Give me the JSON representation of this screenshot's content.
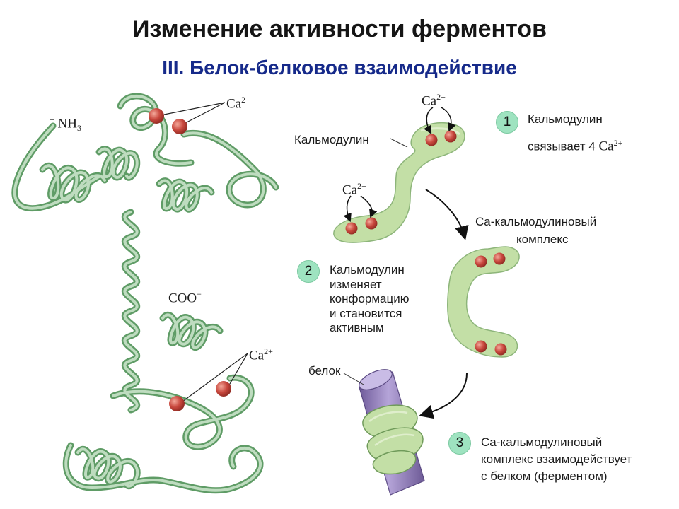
{
  "title": "Изменение активности ферментов",
  "subtitle": "III. Белок-белковое взаимодействие",
  "protein_labels": {
    "nh3_charge": "+",
    "nh3": "NH",
    "nh3_sub": "3",
    "coo": "COO",
    "coo_charge": "−",
    "ca": "Ca",
    "ca_charge": "2+"
  },
  "scheme": {
    "calmodulin_label": "Кальмодулин",
    "complex_label_line1": "Ca-кальмодулиновый",
    "complex_label_line2": "комплекс",
    "protein_label": "белок"
  },
  "steps": [
    {
      "number": "1",
      "line1": "Кальмодулин",
      "line2": "связывает 4",
      "ca": "Ca",
      "ca_charge": "2+"
    },
    {
      "number": "2",
      "lines": [
        "Кальмодулин",
        "изменяет",
        "конформацию",
        "и становится",
        "активным"
      ]
    },
    {
      "number": "3",
      "lines": [
        "Ca-кальмодулиновый",
        "комплекс взаимодействует",
        "с белком (ферментом)"
      ]
    }
  ],
  "colors": {
    "title": "#151515",
    "subtitle": "#162a8a",
    "ribbon": "#8cc394",
    "calmodulin": "#c3dfa6",
    "ion": "#c8473d",
    "badge": "#9ee3c0",
    "target_protein": "#9b86c2"
  }
}
